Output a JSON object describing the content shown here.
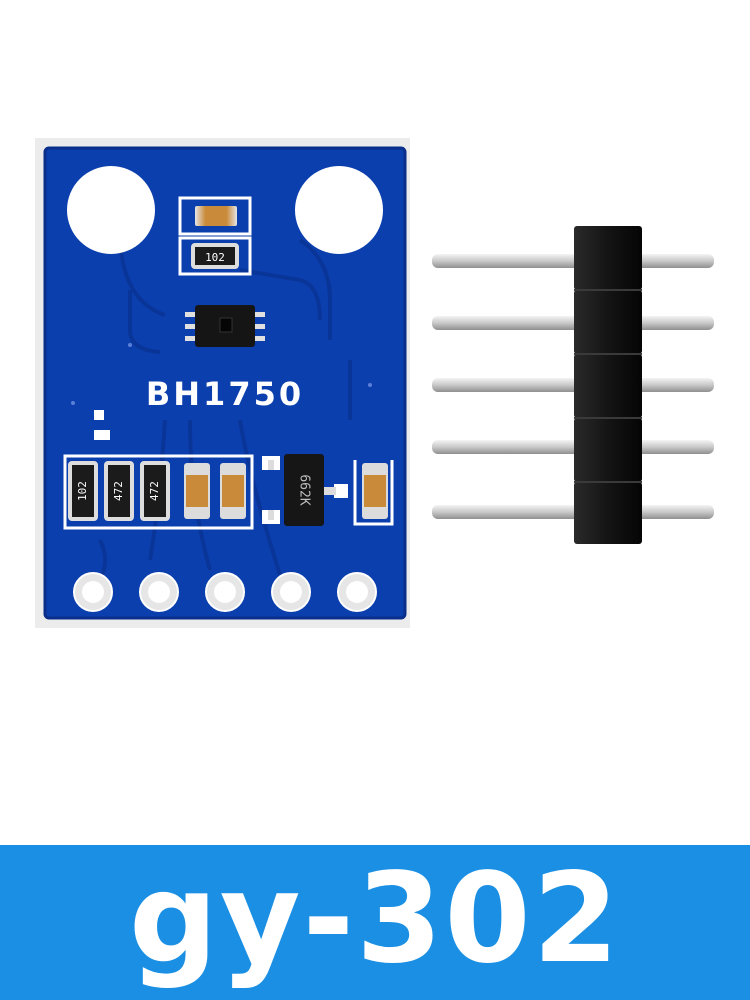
{
  "board": {
    "chip_label": "BH1750",
    "top_resistor_code": "102",
    "resistor_codes": [
      "102",
      "472",
      "472"
    ],
    "transistor_code": "662K",
    "colors": {
      "pcb": "#0c3fae",
      "pcb_edge": "#0a2f8a",
      "silkscreen": "#ffffff",
      "pad": "#d9d9d9",
      "background_card": "#ececec"
    }
  },
  "header": {
    "pin_count": 5,
    "colors": {
      "housing": "#141414",
      "pin": "#cfcfcf"
    }
  },
  "banner": {
    "text": "gy-302",
    "background": "#1a8fe3",
    "text_color": "#ffffff"
  }
}
